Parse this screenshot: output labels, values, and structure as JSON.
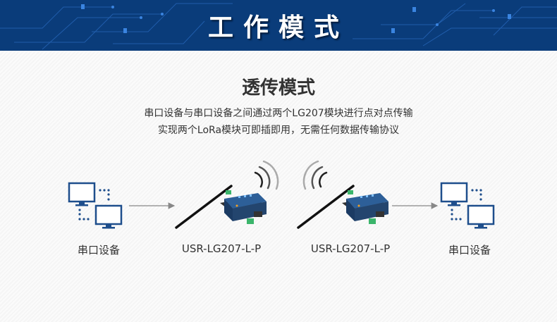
{
  "banner": {
    "title": "工作模式"
  },
  "section": {
    "title": "透传模式",
    "lines": [
      "串口设备与串口设备之间通过两个LG207模块进行点对点传输",
      "实现两个LoRa模块可即插即用，无需任何数据传输协议"
    ]
  },
  "diagram": {
    "labels": [
      "串口设备",
      "USR-LG207-L-P",
      "USR-LG207-L-P",
      "串口设备"
    ]
  },
  "colors": {
    "banner": "#0a3c7a",
    "monitor": "#1e4e8c",
    "device": "#2d5f98"
  }
}
